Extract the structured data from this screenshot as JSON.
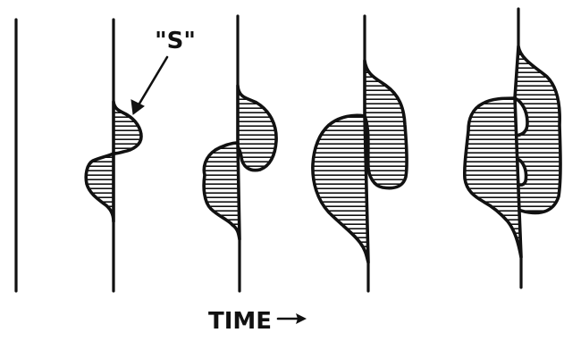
{
  "figure": {
    "callout_label": "\"S\"",
    "axis_label": "TIME",
    "axis_arrow_glyph": "→",
    "stage_count": 5,
    "colors": {
      "ink": "#111111",
      "paper": "#ffffff"
    }
  }
}
